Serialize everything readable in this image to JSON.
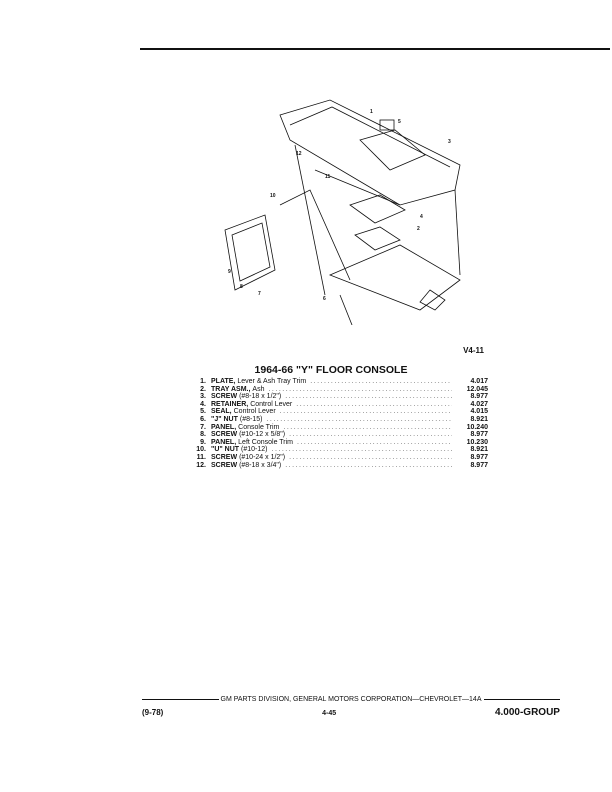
{
  "figure_id": "V4-11",
  "title": "1964-66 \"Y\" FLOOR CONSOLE",
  "diagram": {
    "callouts": [
      "1",
      "2",
      "3",
      "4",
      "5",
      "6",
      "7",
      "8",
      "9",
      "10",
      "11",
      "12"
    ]
  },
  "parts": [
    {
      "num": "1.",
      "name": "PLATE,",
      "desc": "Lever & Ash Tray Trim",
      "value": "4.017"
    },
    {
      "num": "2.",
      "name": "TRAY ASM.,",
      "desc": "Ash",
      "value": "12.045"
    },
    {
      "num": "3.",
      "name": "SCREW",
      "desc": "(#8-18 x 1/2\")",
      "value": "8.977"
    },
    {
      "num": "4.",
      "name": "RETAINER,",
      "desc": "Control Lever",
      "value": "4.027"
    },
    {
      "num": "5.",
      "name": "SEAL,",
      "desc": "Control Lever",
      "value": "4.015"
    },
    {
      "num": "6.",
      "name": "\"J\" NUT",
      "desc": "(#8-15)",
      "value": "8.921"
    },
    {
      "num": "7.",
      "name": "PANEL,",
      "desc": "Console Trim",
      "value": "10.240"
    },
    {
      "num": "8.",
      "name": "SCREW",
      "desc": "(#10-12 x 5/8\")",
      "value": "8.977"
    },
    {
      "num": "9.",
      "name": "PANEL,",
      "desc": "Left Console Trim",
      "value": "10.230"
    },
    {
      "num": "10.",
      "name": "\"U\" NUT",
      "desc": "(#10-12)",
      "value": "8.921"
    },
    {
      "num": "11.",
      "name": "SCREW",
      "desc": "(#10-24 x 1/2\")",
      "value": "8.977"
    },
    {
      "num": "12.",
      "name": "SCREW",
      "desc": "(#8-18 x 3/4\")",
      "value": "8.977"
    }
  ],
  "footer": {
    "publisher": "GM PARTS DIVISION, GENERAL MOTORS CORPORATION—CHEVROLET—14A",
    "date": "(9-78)",
    "page": "4-45",
    "group": "4.000-GROUP"
  }
}
